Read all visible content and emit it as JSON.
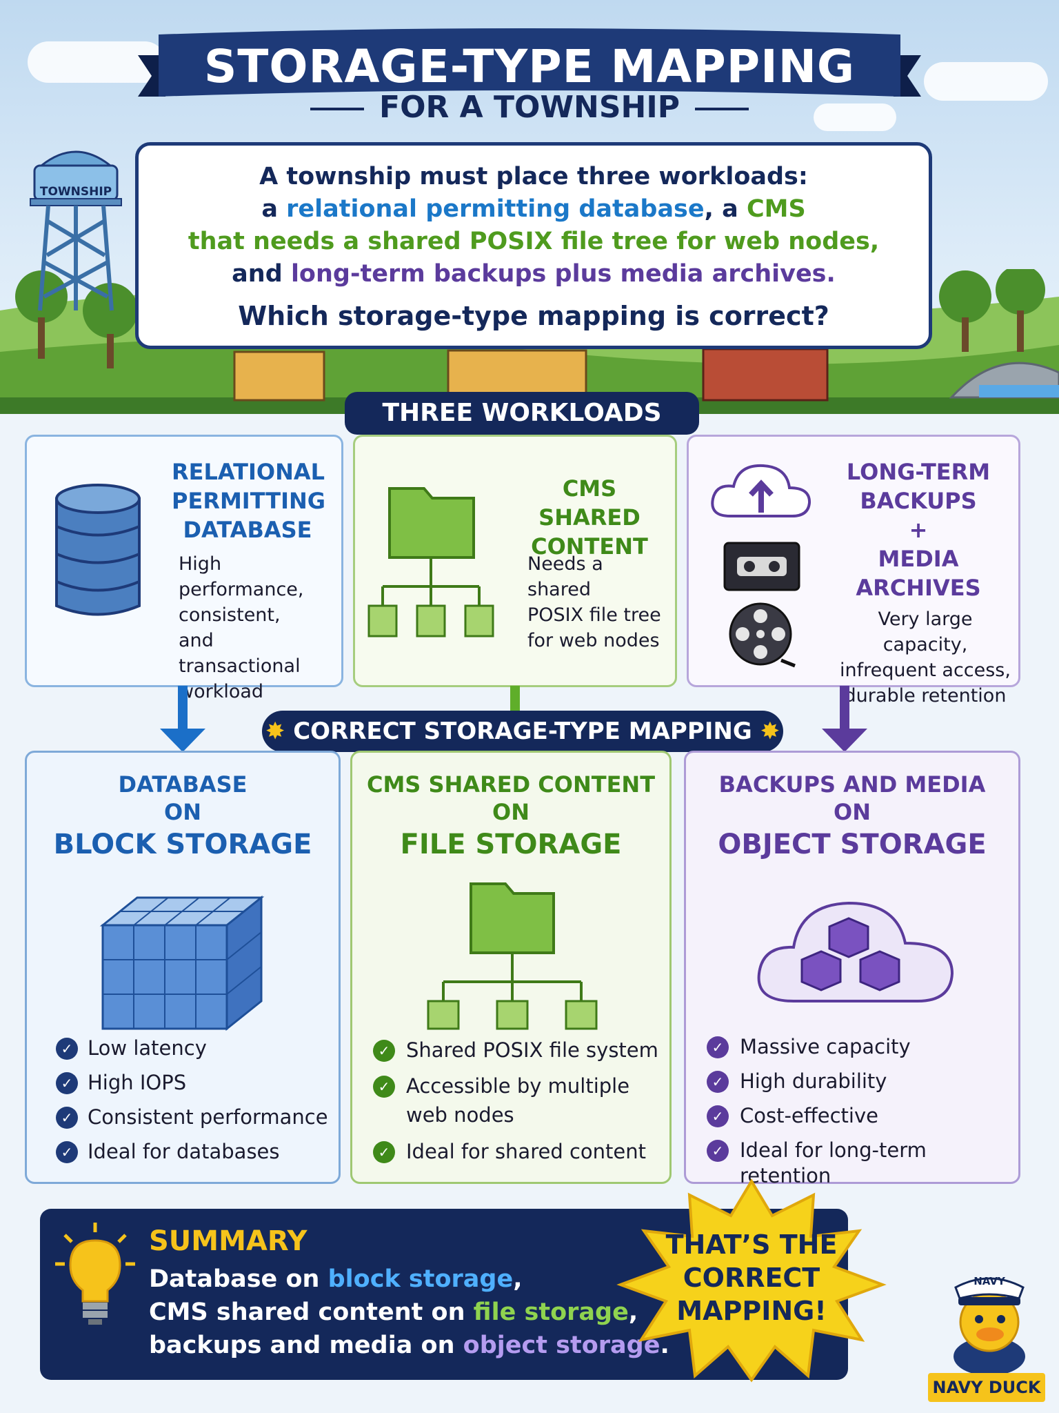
{
  "title": "STORAGE-TYPE MAPPING",
  "subtitle": "FOR A TOWNSHIP",
  "town_label": "TOWNSHIP",
  "question": {
    "l1": "A township must place three workloads:",
    "l2a": "a ",
    "l2b": "relational permitting database",
    "l2c": ", a ",
    "l2d": "CMS",
    "l3": "that needs a shared POSIX file tree for web nodes,",
    "l4a": "and ",
    "l4b": "long-term backups plus media archives.",
    "q": "Which storage-type mapping is correct?"
  },
  "workloads_header": "THREE WORKLOADS",
  "workloads": [
    {
      "title": [
        "RELATIONAL",
        "PERMITTING",
        "DATABASE"
      ],
      "desc": [
        "High performance,",
        "consistent,",
        "and transactional",
        "workload"
      ],
      "color": "#1b5fb0"
    },
    {
      "title": [
        "CMS SHARED",
        "CONTENT"
      ],
      "desc": [
        "Needs a shared",
        "POSIX file tree",
        "for web nodes"
      ],
      "color": "#3f8a19"
    },
    {
      "title": [
        "LONG-TERM",
        "BACKUPS",
        "+",
        "MEDIA",
        "ARCHIVES"
      ],
      "desc": [
        "Very large capacity,",
        "infrequent access,",
        "durable retention"
      ],
      "color": "#5b3b9c"
    }
  ],
  "mapping_header": "CORRECT STORAGE-TYPE MAPPING",
  "mappings": [
    {
      "line1": "DATABASE",
      "line2": "ON",
      "storage": "BLOCK STORAGE",
      "color": "#1b5fb0",
      "features": [
        "Low latency",
        "High IOPS",
        "Consistent performance",
        "Ideal for databases"
      ]
    },
    {
      "line1": "CMS SHARED CONTENT",
      "line2": "ON",
      "storage": "FILE STORAGE",
      "color": "#3f8a19",
      "features": [
        "Shared POSIX file system",
        "Accessible by multiple",
        "web nodes",
        "Ideal for shared content"
      ]
    },
    {
      "line1": "BACKUPS AND MEDIA",
      "line2": "ON",
      "storage": "OBJECT STORAGE",
      "color": "#5b3b9c",
      "features": [
        "Massive capacity",
        "High durability",
        "Cost-effective",
        "Ideal for long-term retention"
      ]
    }
  ],
  "summary": {
    "heading": "SUMMARY",
    "l1a": "Database on ",
    "l1b": "block storage",
    "l1c": ",",
    "l2a": "CMS shared content on ",
    "l2b": "file storage",
    "l2c": ",",
    "l3a": "backups and media on ",
    "l3b": "object storage",
    "l3c": "."
  },
  "burst": [
    "THAT’S THE",
    "CORRECT",
    "MAPPING!"
  ],
  "duck": {
    "hat": "NAVY",
    "label": "NAVY DUCK"
  },
  "colors": {
    "navy": "#14285a",
    "blue": "#1b78c8",
    "green": "#4f9b1e",
    "purple": "#5b3b9c",
    "yellow": "#f6c31b"
  }
}
